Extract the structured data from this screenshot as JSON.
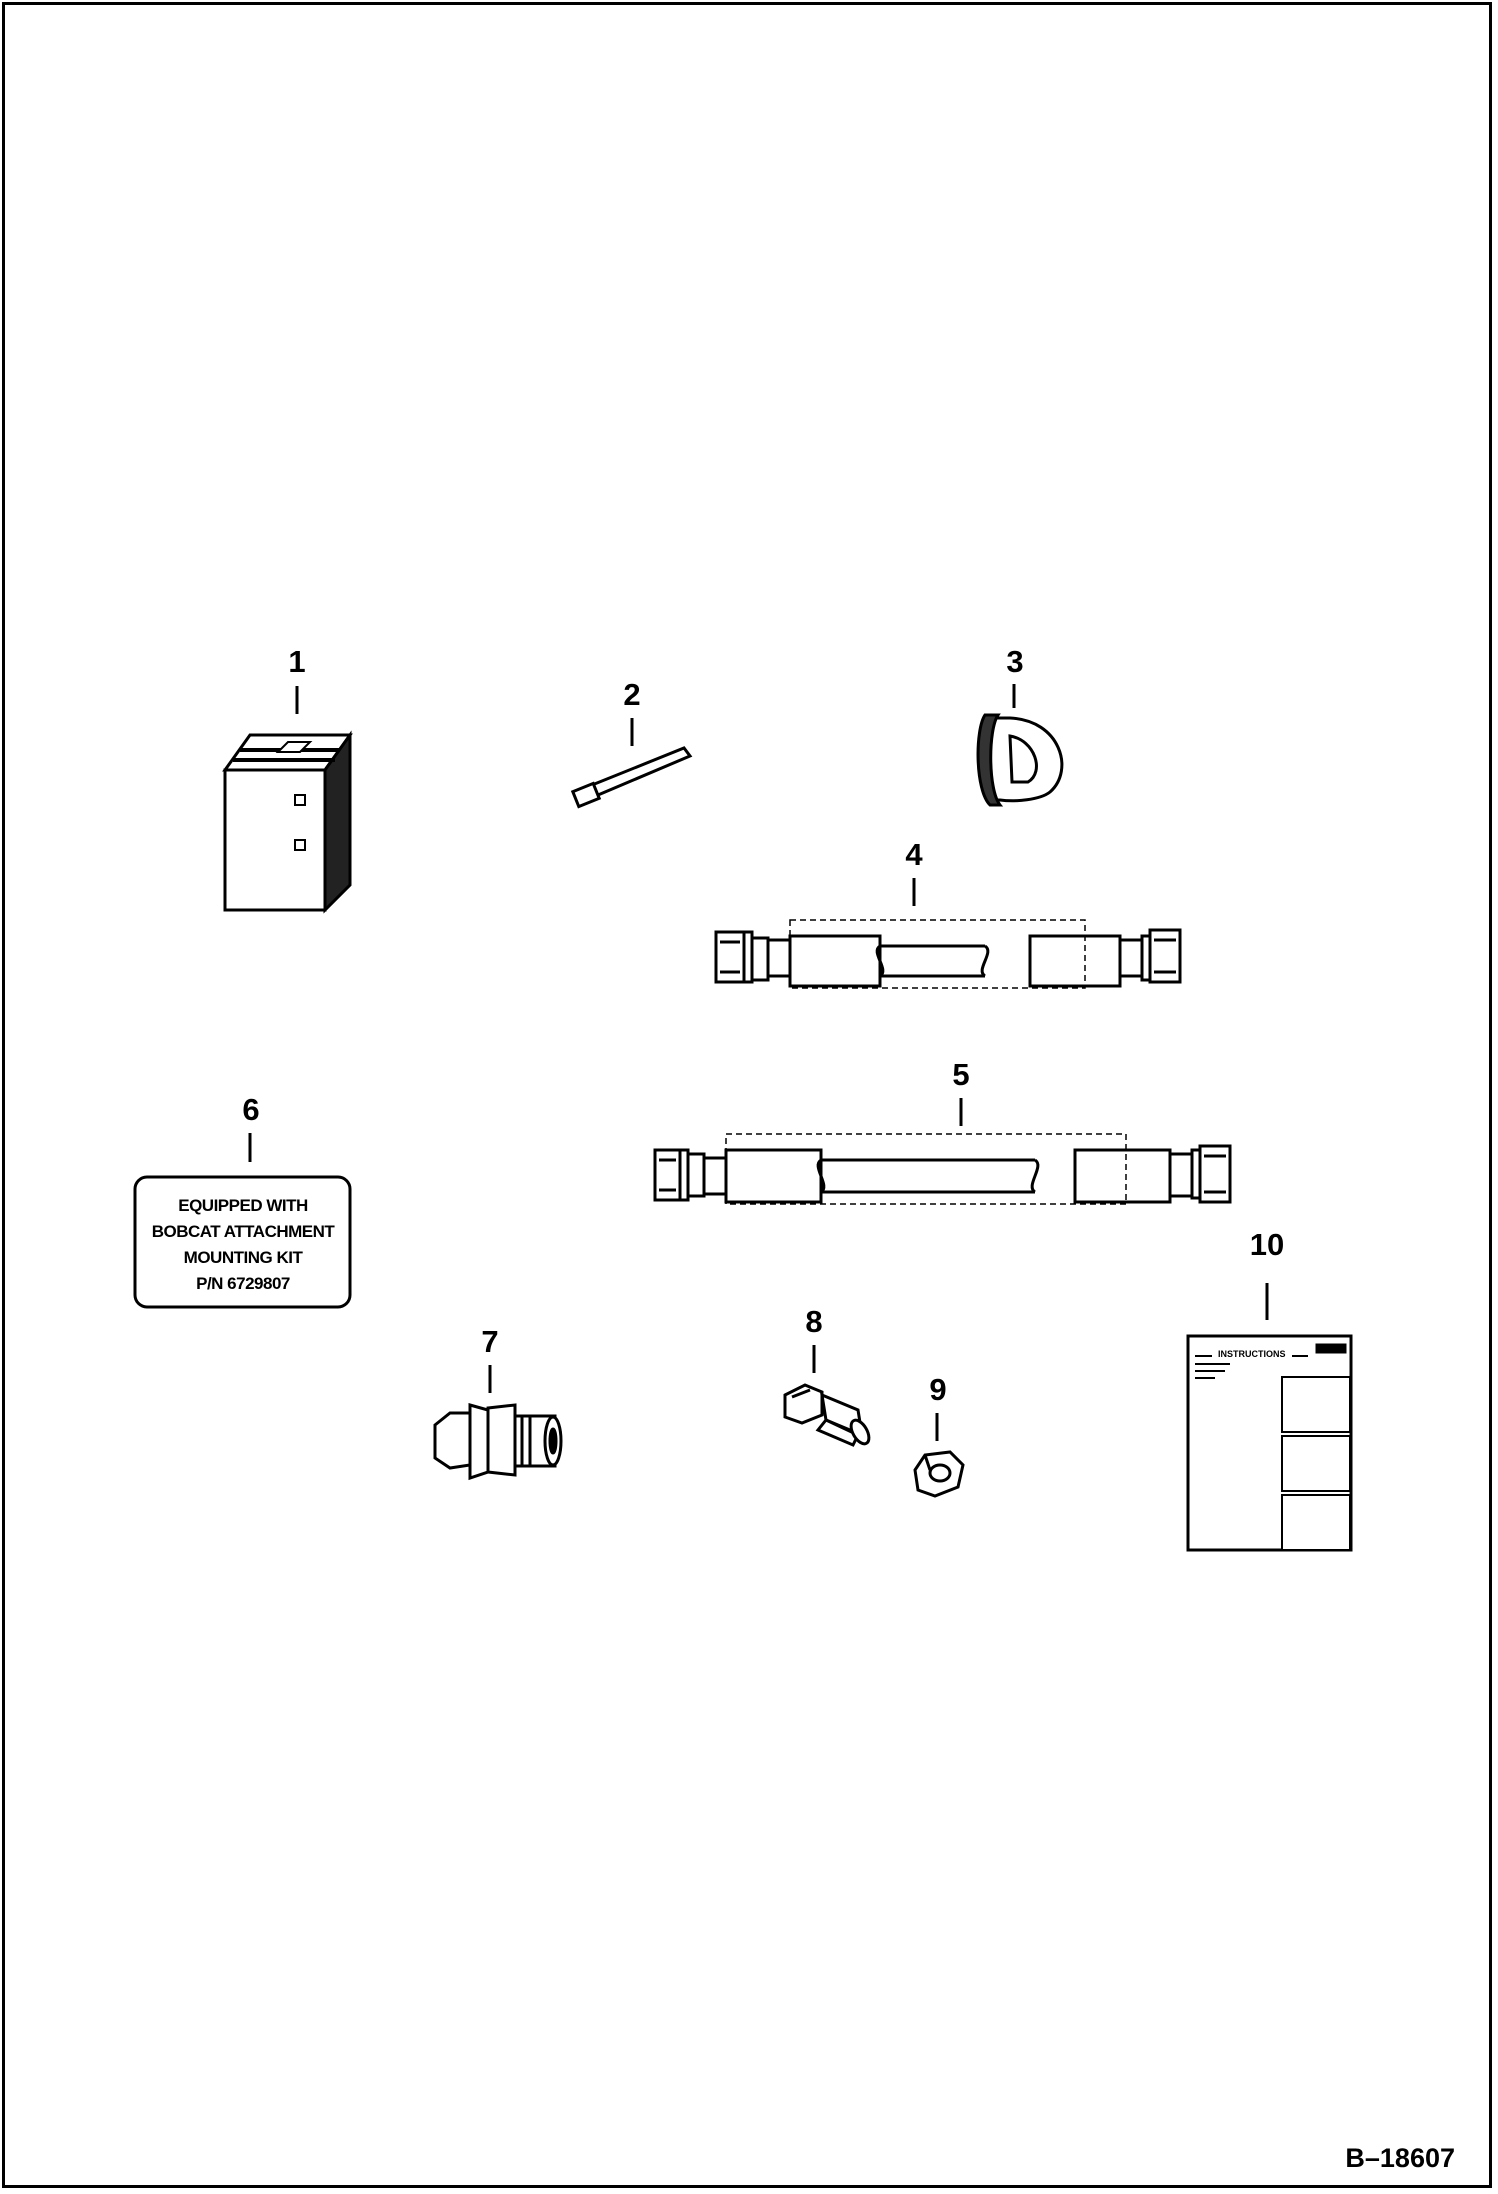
{
  "diagram": {
    "reference_code": "B–18607",
    "callouts": [
      "1",
      "2",
      "3",
      "4",
      "5",
      "6",
      "7",
      "8",
      "9",
      "10"
    ],
    "decal": {
      "lines": [
        "EQUIPPED WITH",
        "BOBCAT ATTACHMENT",
        "MOUNTING KIT",
        "P/N 6729807"
      ]
    },
    "instruction_sheet": {
      "title": "INSTRUCTIONS"
    },
    "icons": {
      "item_1": "storage-case-icon",
      "item_2": "cable-tie-icon",
      "item_3": "rubber-grommet-icon",
      "item_4": "hydraulic-hose-icon",
      "item_5": "hydraulic-hose-icon",
      "item_6": "decal-icon",
      "item_7": "hydraulic-fitting-icon",
      "item_8": "hex-bolt-icon",
      "item_9": "hex-nut-icon",
      "item_10": "instruction-sheet-icon"
    }
  }
}
